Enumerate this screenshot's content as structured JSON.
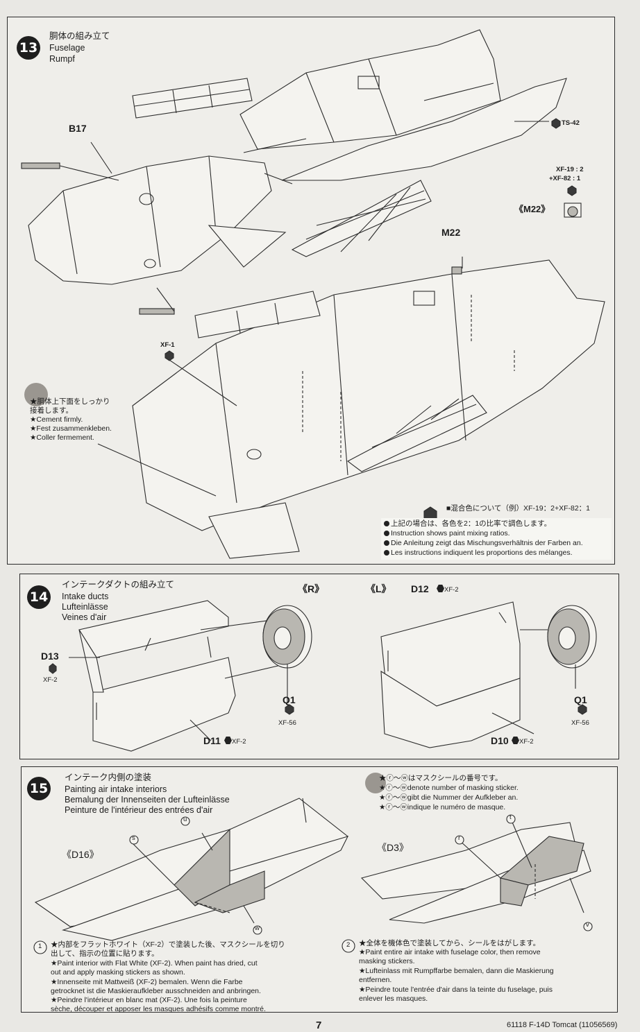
{
  "step13": {
    "number": "13",
    "title_ja": "胴体の組み立て",
    "title_en": "Fuselage",
    "title_de": "Rumpf",
    "part_b17": "B17",
    "part_m22": "M22",
    "m22_bracket": "《M22》",
    "paint_ts42": "TS-42",
    "paint_mix1": "XF-19 : 2",
    "paint_mix2": "+XF-82 : 1",
    "paint_xf1": "XF-1",
    "cement_ja1": "★胴体上下面をしっかり",
    "cement_ja2": "接着します。",
    "cement_en": "★Cement firmly.",
    "cement_de": "★Fest zusammenkleben.",
    "cement_fr": "★Coller fermement.",
    "mix_title": "■混合色について（例）XF-19：2+XF-82：1",
    "mix_ja": "上記の場合は、各色を2：1の比率で調色します。",
    "mix_en": "Instruction shows paint mixing ratios.",
    "mix_de": "Die Anleitung zeigt das Mischungsverhältnis der Farben an.",
    "mix_fr": "Les instructions indiquent les proportions des mélanges."
  },
  "step14": {
    "number": "14",
    "title_ja": "インテークダクトの組み立て",
    "title_en": "Intake ducts",
    "title_de": "Lufteinlässe",
    "title_fr": "Veines d'air",
    "side_r": "《R》",
    "side_l": "《L》",
    "d13": "D13",
    "d13_paint": "XF-2",
    "d11": "D11",
    "d11_paint": "XF-2",
    "q1_r": "Q1",
    "q1_r_paint": "XF-56",
    "d12": "D12",
    "d12_paint": "XF-2",
    "d10": "D10",
    "d10_paint": "XF-2",
    "q1_l": "Q1",
    "q1_l_paint": "XF-56"
  },
  "step15": {
    "number": "15",
    "title_ja": "インテーク内側の塗装",
    "title_en": "Painting air intake interiors",
    "title_de": "Bemalung der Innenseiten der Lufteinlässe",
    "title_fr": "Peinture de l'intérieur des entrées d'air",
    "mask_ja": "★ⓡ～ⓦはマスクシールの番号です。",
    "mask_en": "★ⓡ～ⓦdenote number of masking sticker.",
    "mask_de": "★ⓡ～ⓦgibt die Nummer der Aufkleber an.",
    "mask_fr": "★ⓡ～ⓦindique le numéro de masque.",
    "d16": "《D16》",
    "d3": "《D3》",
    "sticker_s": "s",
    "sticker_u": "u",
    "sticker_w": "w",
    "sticker_t": "t",
    "sticker_r": "r",
    "sticker_v": "v",
    "note1_num": "1",
    "note1_ja1": "★内部をフラットホワイト（XF-2）で塗装した後、マスクシールを切り",
    "note1_ja2": "出して、指示の位置に貼ります。",
    "note1_en1": "★Paint interior with Flat White (XF-2). When paint has dried, cut",
    "note1_en2": "out and apply masking stickers as shown.",
    "note1_de1": "★Innenseite mit Mattweiß (XF-2) bemalen. Wenn die Farbe",
    "note1_de2": "getrocknet ist die Maskieraufkleber ausschneiden and anbringen.",
    "note1_fr1": "★Peindre l'intérieur en blanc mat (XF-2). Une fois la peinture",
    "note1_fr2": "sèche, découper et apposer les masques adhésifs comme montré.",
    "note2_num": "2",
    "note2_ja": "★全体を機体色で塗装してから、シールをはがします。",
    "note2_en1": "★Paint entire air intake with fuselage color, then remove",
    "note2_en2": "masking stickers.",
    "note2_de1": "★Lufteinlass mit Rumpffarbe bemalen, dann die Maskierung",
    "note2_de2": "entfernen.",
    "note2_fr1": "★Peindre toute l'entrée d'air dans la teinte du fuselage, puis",
    "note2_fr2": "enlever les masques."
  },
  "footer": {
    "page_number": "7",
    "product": "61118 F-14D Tomcat (11056569)"
  }
}
